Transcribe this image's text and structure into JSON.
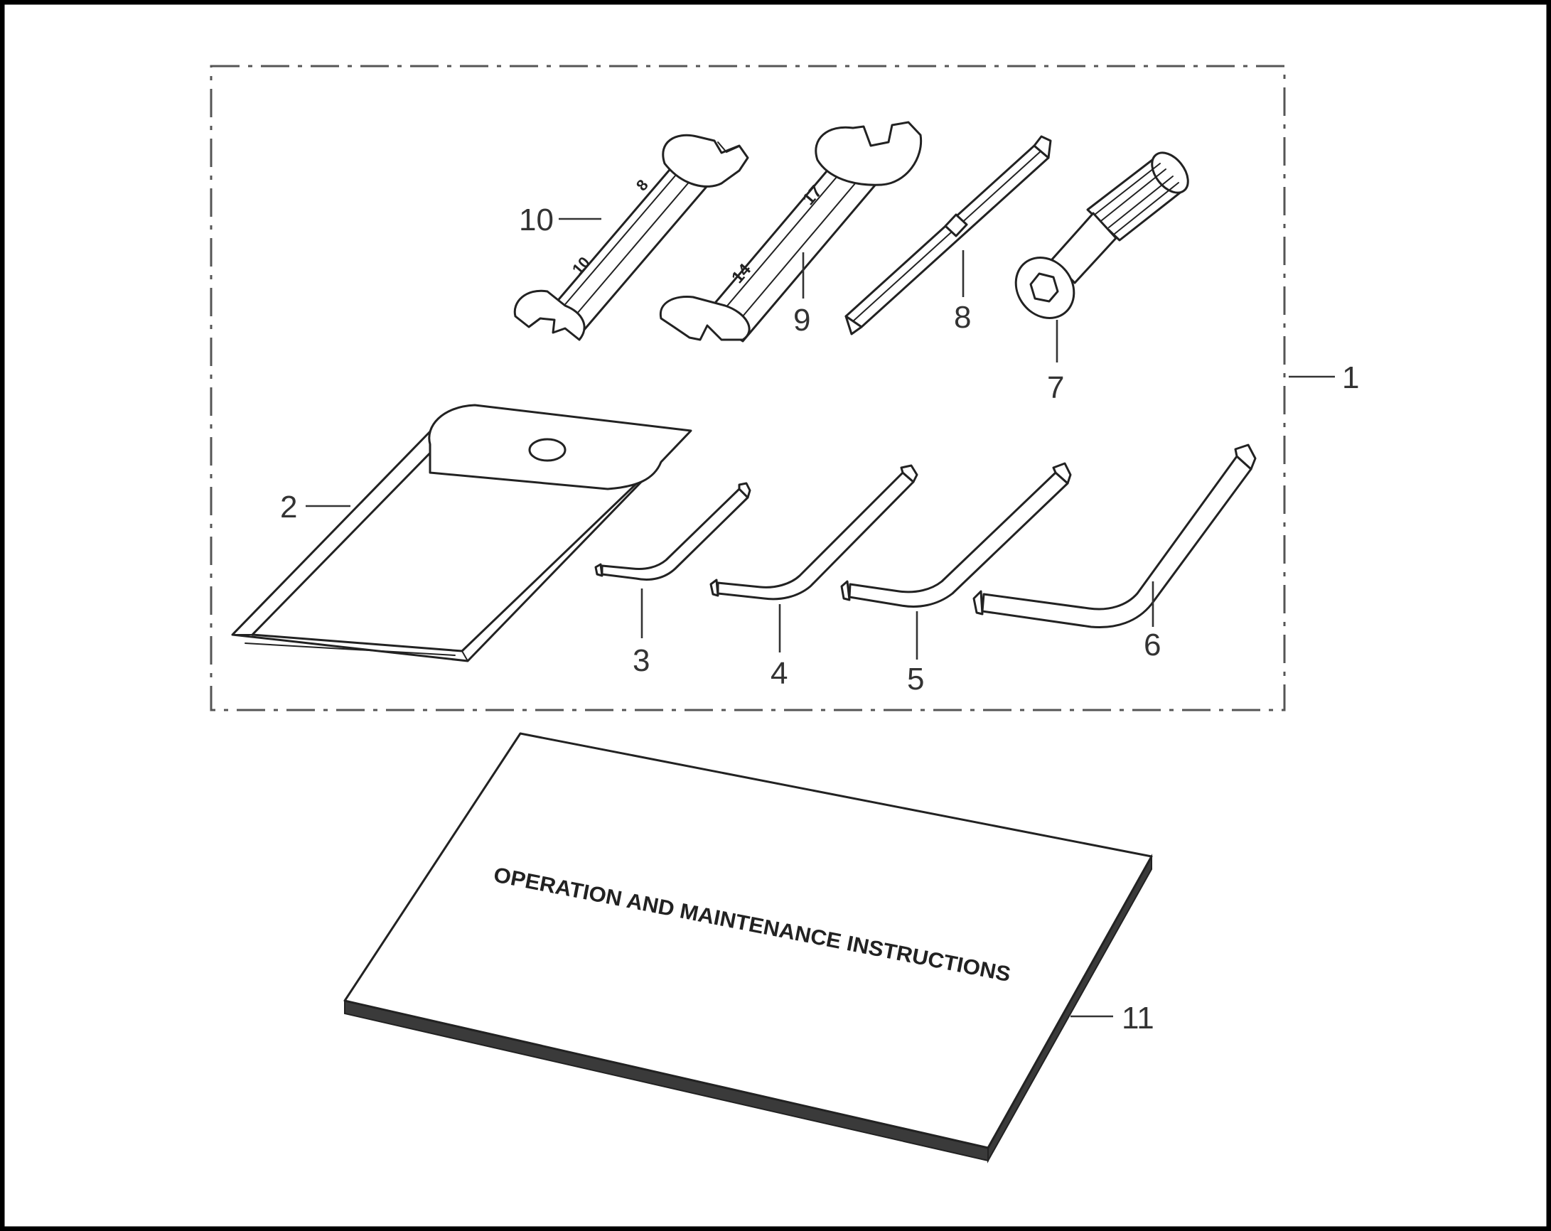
{
  "manual_title": "OPERATION AND MAINTENANCE INSTRUCTIONS",
  "wrench_10_marks": [
    "8",
    "10"
  ],
  "wrench_9_marks": [
    "17",
    "14"
  ],
  "callouts": {
    "c1": "1",
    "c2": "2",
    "c3": "3",
    "c4": "4",
    "c5": "5",
    "c6": "6",
    "c7": "7",
    "c8": "8",
    "c9": "9",
    "c10": "10",
    "c11": "11"
  },
  "colors": {
    "frame": "#000000",
    "line": "#222222",
    "book_edge": "#3a3a3a"
  }
}
